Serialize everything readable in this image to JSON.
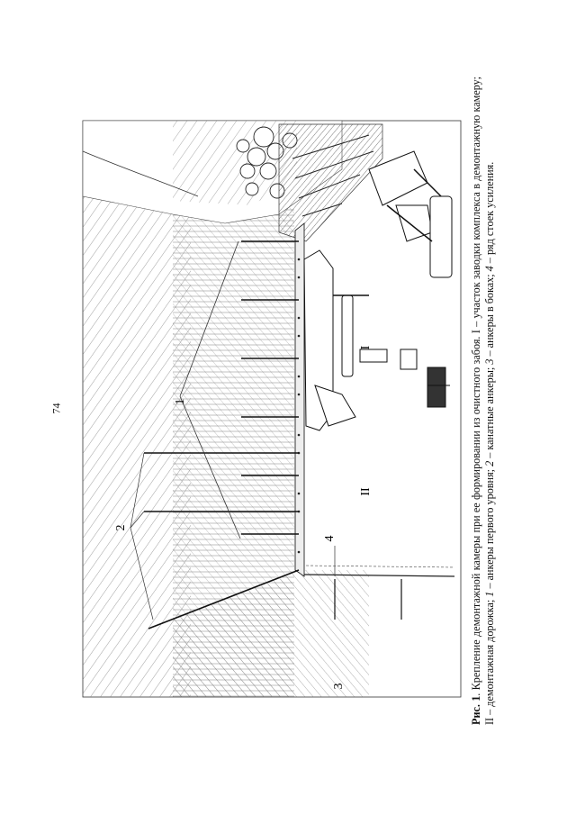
{
  "page": {
    "number": "74"
  },
  "figure": {
    "zone_labels": {
      "zone_1": "I",
      "zone_2": "II"
    },
    "callouts": {
      "c1": "1",
      "c2": "2",
      "c3": "3",
      "c4": "4"
    }
  },
  "caption": {
    "label": "Рис. 1",
    "text_a": ". Крепление демонтажной камеры при ее формировании из очистного забоя. I – участок заводки комплекса в демонтажную камеру; II – демонтажная дорожка; ",
    "n1": "1",
    "text_b": " – анкеры первого уровня; ",
    "n2": "2",
    "text_c": " – канатные анкеры; ",
    "n3": "3",
    "text_d": " – анкеры в боках; ",
    "n4": "4",
    "text_e": " – ряд стоек усиления."
  }
}
